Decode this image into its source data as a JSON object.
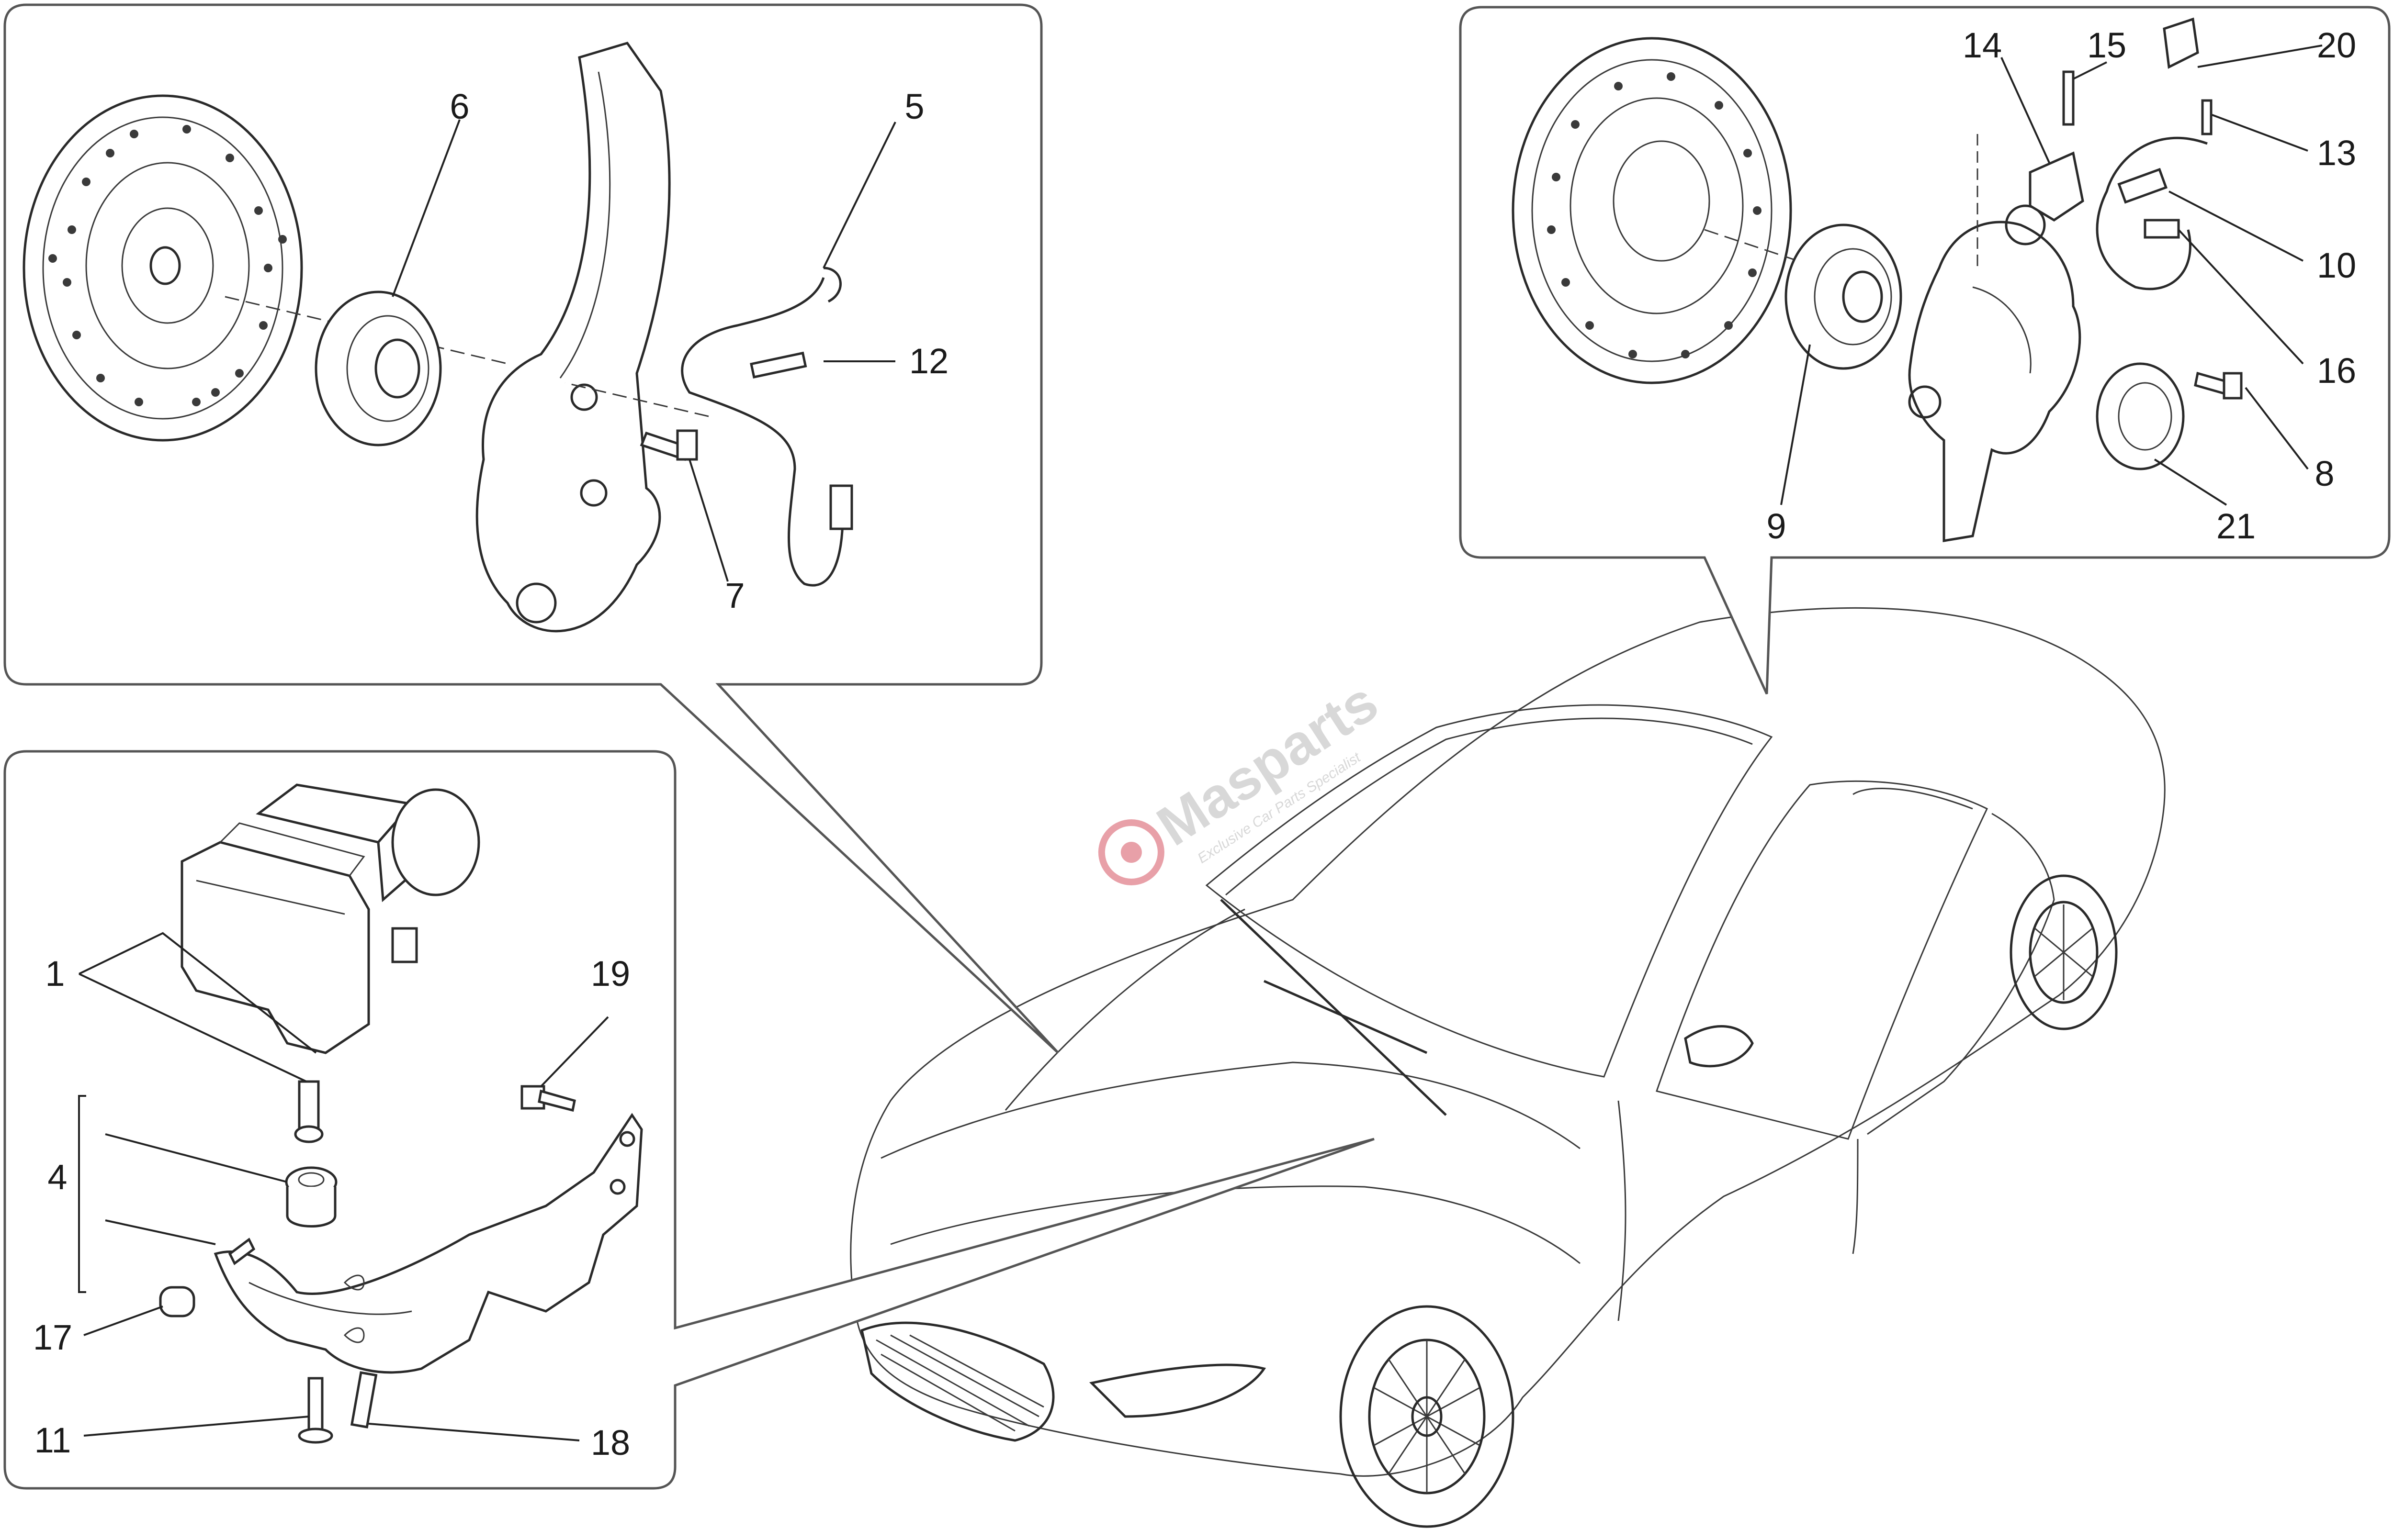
{
  "watermark": {
    "brand": "Masparts",
    "tagline": "Exclusive Car Parts Specialist",
    "color": "#e8a0a8"
  },
  "callouts": {
    "front_wheel": {
      "labels": [
        "6",
        "5",
        "12",
        "7"
      ]
    },
    "rear_wheel": {
      "labels": [
        "14",
        "15",
        "20",
        "13",
        "10",
        "16",
        "8",
        "21",
        "9"
      ]
    },
    "abs_unit": {
      "labels": [
        "1",
        "19",
        "4",
        "17",
        "11",
        "18"
      ]
    }
  }
}
